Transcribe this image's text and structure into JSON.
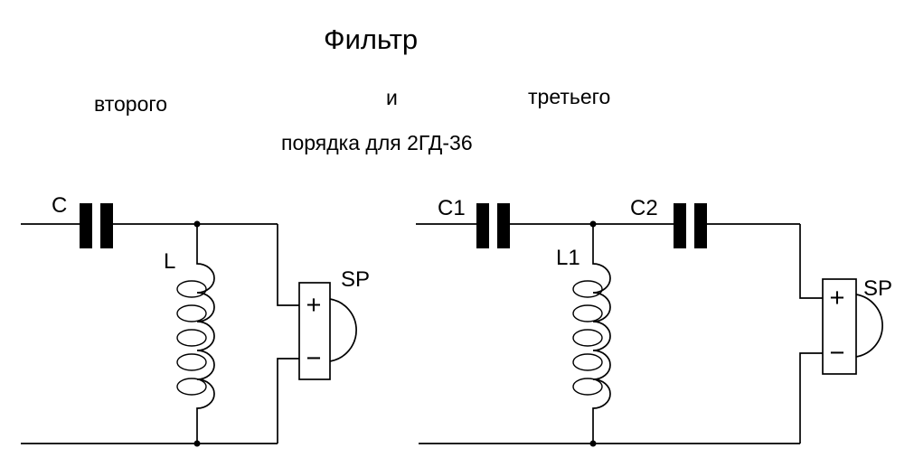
{
  "heading": {
    "title": "Фильтр",
    "word_left": "второго",
    "word_middle": "и",
    "word_right": "третьего",
    "line_bottom": "порядка для 2ГД-36"
  },
  "left_circuit": {
    "capacitor": "C",
    "inductor": "L",
    "speaker": "SP",
    "plus": "+",
    "minus": "−"
  },
  "right_circuit": {
    "capacitor1": "C1",
    "inductor": "L1",
    "capacitor2": "C2",
    "speaker": "SP",
    "plus": "+",
    "minus": "−"
  },
  "colors": {
    "ink": "#000000",
    "background": "#ffffff"
  }
}
